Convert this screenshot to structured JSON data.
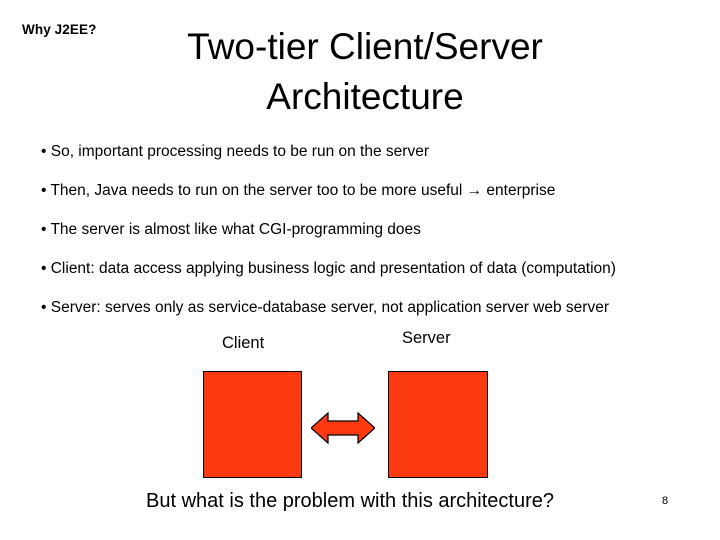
{
  "slide": {
    "kicker": "Why J2EE?",
    "title": "Two-tier Client/Server Architecture",
    "bullets": [
      "• So, important processing needs to be run on the server",
      "• Then, Java needs to run on the server too to be more useful → enterprise",
      "• The server is almost like what CGI-programming does",
      "• Client: data access applying business logic and presentation of data (computation)",
      "• Server: serves only as service-database server, not application server web server"
    ],
    "diagram": {
      "client_label": "Client",
      "server_label": "Server",
      "arrow_icon": "double-headed-horizontal-arrow-icon",
      "box_color": "#fc3a12",
      "outline_color": "#000000"
    },
    "question": "But what is the problem with this architecture?",
    "page_number": "8"
  }
}
